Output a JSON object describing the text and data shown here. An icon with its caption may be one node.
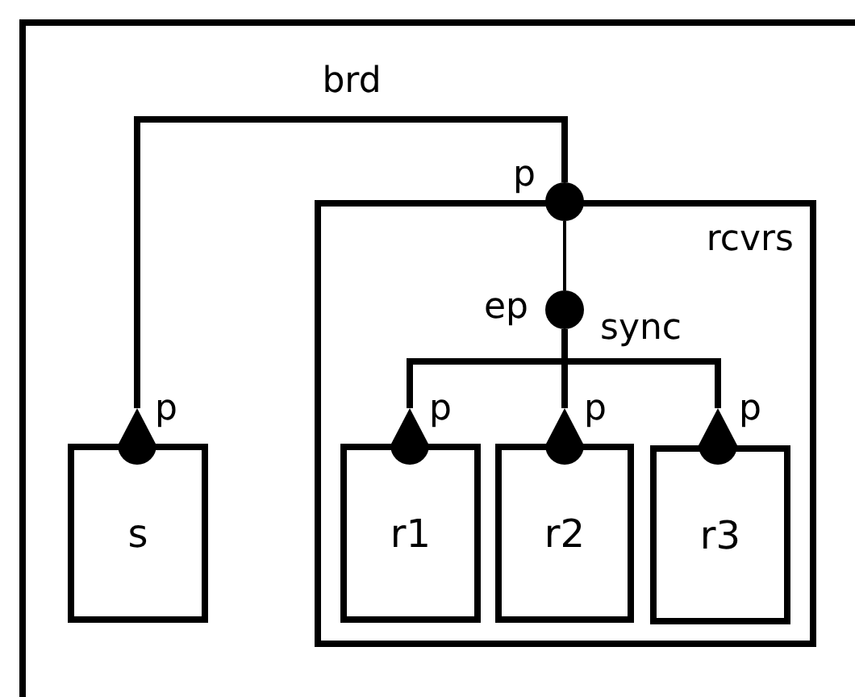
{
  "diagram": {
    "nodes": [
      {
        "text": [],
        "shape": "box"
      },
      {
        "text": [
          "s"
        ],
        "in": 0
      },
      {
        "text": [],
        "shape": "teardrop",
        "beside": [
          "p"
        ],
        "in": 0
      },
      {
        "text": [
          "rcvrs"
        ],
        "in": 0
      },
      {
        "text": [],
        "shape": "circle",
        "beside": [
          "p"
        ],
        "in": 0
      },
      {
        "text": [],
        "shape": "circle",
        "beside": [
          "ep"
        ],
        "in": 3
      },
      {
        "text": [
          "r1"
        ],
        "in": 3
      },
      {
        "text": [],
        "shape": "teardrop",
        "beside": [
          "p"
        ],
        "in": 3
      },
      {
        "text": [
          "r2"
        ],
        "in": 3
      },
      {
        "text": [],
        "shape": "teardrop",
        "beside": [
          "p"
        ],
        "in": 3
      },
      {
        "text": [
          "r3"
        ],
        "in": 3
      },
      {
        "text": [],
        "shape": "teardrop",
        "beside": [
          "p"
        ],
        "in": 3
      }
    ],
    "edges": [
      {
        "from": 2,
        "to": 4,
        "arrow": "none",
        "label": "brd"
      },
      {
        "from": 4,
        "to": 5,
        "arrow": "none"
      },
      {
        "from": 5,
        "to": 7,
        "arrow": "none"
      },
      {
        "from": 5,
        "to": 9,
        "arrow": "none",
        "label": "sync"
      },
      {
        "from": 5,
        "to": 11,
        "arrow": "none"
      }
    ]
  }
}
